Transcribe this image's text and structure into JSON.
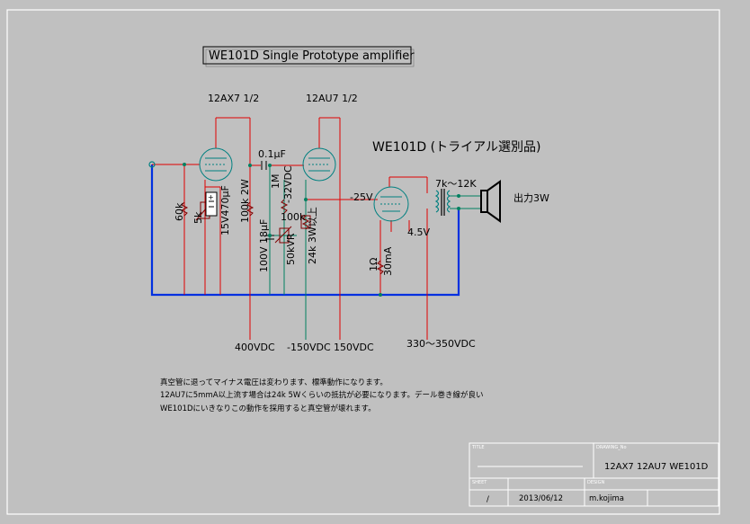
{
  "title": "WE101D Single Prototype amplifier",
  "tubes": {
    "v1": "12AX7 1/2",
    "v2": "12AU7 1/2",
    "output": "WE101D (トライアル選別品)"
  },
  "components": {
    "r_grid": "60k",
    "vr_cathode": "5k",
    "c_cathode": "15V470μF",
    "r_plate1": "100k 2W",
    "c_coupling": "0.1μF",
    "r_grid_leak": "1M",
    "bias_fixed": "-32VDC",
    "c_bias": "100V 18μF",
    "vr_bias": "50kVR",
    "vr_100k": "100k",
    "r_plate2": "24k 3W以上",
    "grid_bias": "-25V",
    "filament": "4.5V",
    "r_sense": "1Ω",
    "sense_current": "30mA",
    "transformer": "7k～12K",
    "speaker": "出力3W"
  },
  "supplies": {
    "b1": "400VDC",
    "bias": "-150VDC",
    "b2": "150VDC",
    "b3": "330～350VDC"
  },
  "notes": [
    "真空管に退ってマイナス電圧は変わります、標準動作になります。",
    "12AU7に5mmA以上流す場合は24k 5Wくらいの抵抗が必要になります。デール巻き線が良い",
    "WE101Dにいきなりこの動作を採用すると真空管が壊れます。"
  ],
  "title_block": {
    "title_caption": "TITLE",
    "drawing_caption": "DRAWING_No",
    "sheet_caption": "SHEET",
    "design_caption": "DESIGN",
    "drawing_no": "12AX7 12AU7 WE101D",
    "sheet": "/",
    "date": "2013/06/12",
    "designer": "m.kojima"
  },
  "colors": {
    "background": "#c0c0c0",
    "wire_red": "#e00000",
    "wire_green": "#008060",
    "ground_blue": "#0030e0",
    "tube_teal": "#008080",
    "frame": "#ffffff"
  }
}
